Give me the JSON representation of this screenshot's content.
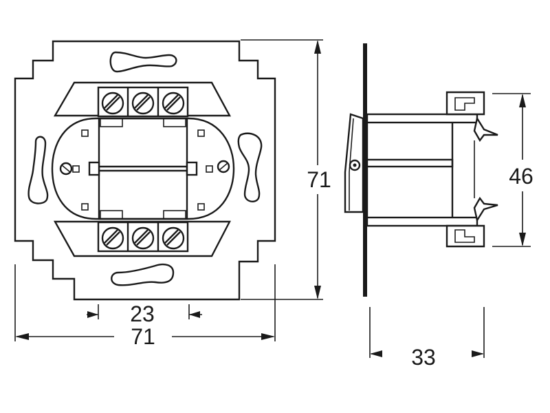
{
  "dimensions": {
    "front_height": "71",
    "front_width": "71",
    "terminal_spacing": "23",
    "side_height": "46",
    "side_depth": "33"
  }
}
